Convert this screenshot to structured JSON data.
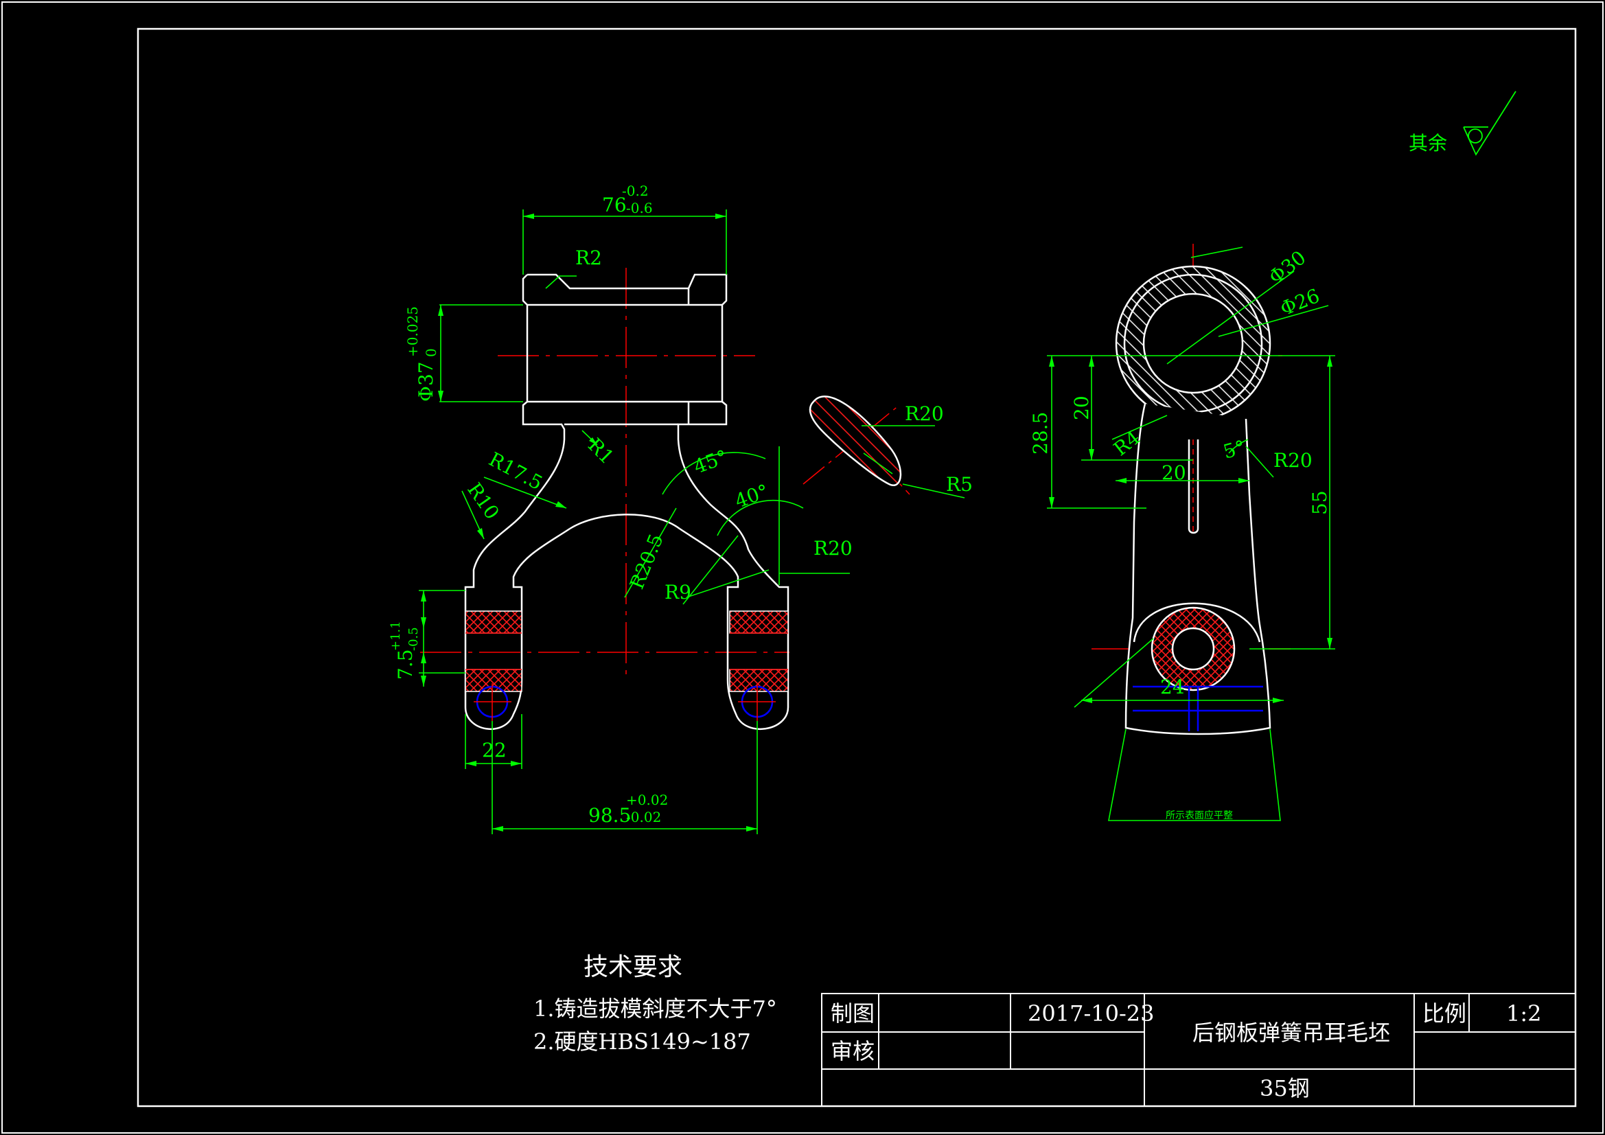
{
  "dimensions": {
    "top_width": "76",
    "top_width_tol_upper": "-0.2",
    "top_width_tol_lower": "-0.6",
    "r2": "R2",
    "bore_dia": "Φ37",
    "bore_tol_upper": "+0.025",
    "bore_tol_lower": "0",
    "r1": "R1",
    "r17_5": "R17.5",
    "r10": "R10",
    "angle_45": "45°",
    "angle_40": "40°",
    "r20_5": "R20.5",
    "r9": "R9",
    "r20_a": "R20",
    "r20_b": "R20",
    "r5": "R5",
    "slot_height": "7.5",
    "slot_tol_upper": "+1.1",
    "slot_tol_lower": "-0.5",
    "lug_width": "22",
    "center_span": "98.5",
    "span_tol_upper": "+0.02",
    "span_tol_lower": "-0.02",
    "dia_30": "Φ30",
    "dia_26": "Φ26",
    "h_28_5": "28.5",
    "h_20": "20",
    "r4": "R4",
    "angle_5": "5°",
    "r20_c": "R20",
    "w_20": "20",
    "h_55": "55",
    "w_24": "24",
    "section_note": "所示表面应平整"
  },
  "surface_finish": {
    "label": "其余"
  },
  "tech_requirements": {
    "title": "技术要求",
    "item1": "1.铸造拔模斜度不大于7°",
    "item2": "2.硬度HBS149~187"
  },
  "title_block": {
    "drawn_label": "制图",
    "date": "2017-10-23",
    "review_label": "审核",
    "part_name": "后钢板弹簧吊耳毛坯",
    "scale_label": "比例",
    "scale_value": "1:2",
    "material": "35钢"
  },
  "colors": {
    "outline": "#ffffff",
    "dimension": "#00ff00",
    "centerline": "#ff0000",
    "hatch": "#ff0000",
    "hidden": "#0000ff"
  }
}
